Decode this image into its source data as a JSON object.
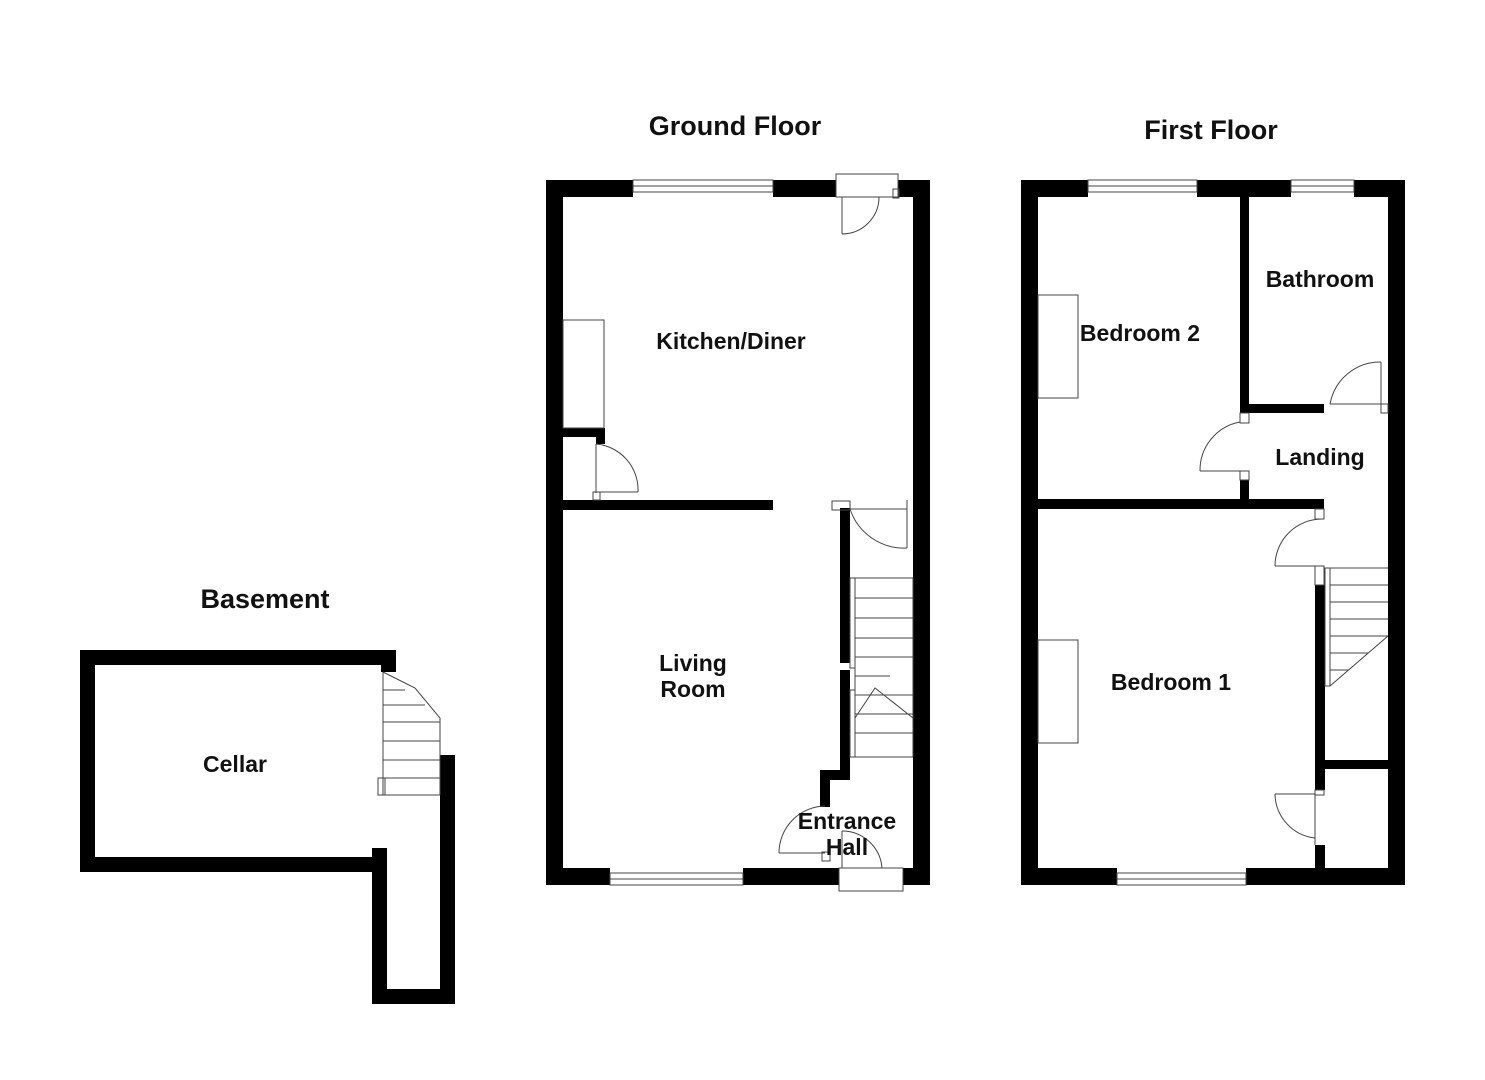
{
  "colors": {
    "wall": "#000000",
    "line": "#444444",
    "background": "#ffffff"
  },
  "floors": {
    "basement": {
      "title": "Basement",
      "rooms": {
        "cellar": "Cellar"
      }
    },
    "ground": {
      "title": "Ground Floor",
      "rooms": {
        "kitchen": "Kitchen/Diner",
        "living_1": "Living",
        "living_2": "Room",
        "hall_1": "Entrance",
        "hall_2": "Hall"
      }
    },
    "first": {
      "title": "First Floor",
      "rooms": {
        "bathroom": "Bathroom",
        "bedroom2": "Bedroom 2",
        "landing": "Landing",
        "bedroom1": "Bedroom 1"
      }
    }
  }
}
